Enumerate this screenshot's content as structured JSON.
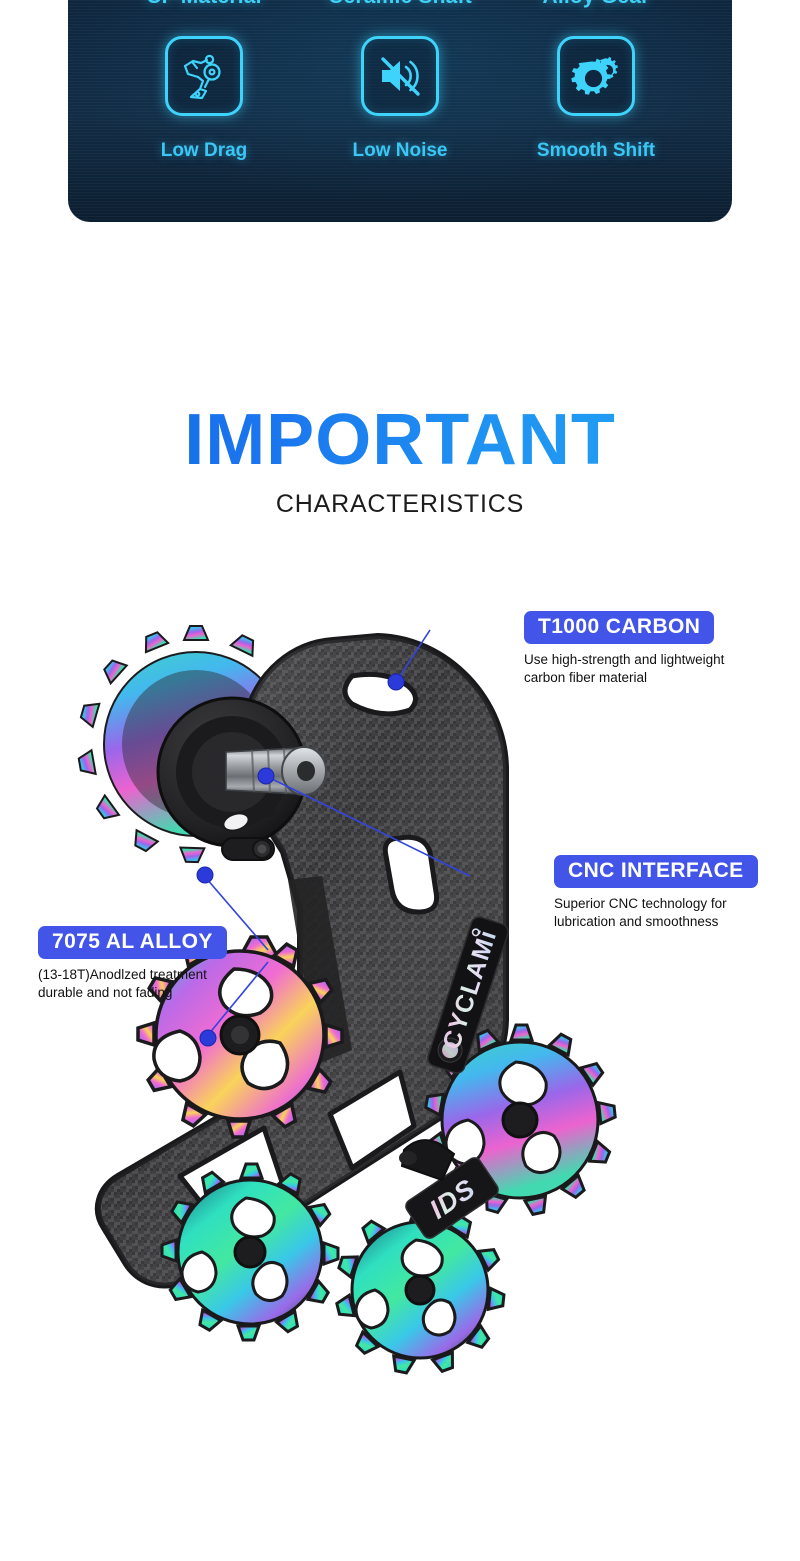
{
  "banner": {
    "features": [
      {
        "top_label": "CF Material",
        "icon": "derailleur-icon",
        "bottom_label": "Low Drag"
      },
      {
        "top_label": "Ceramic Shaft",
        "icon": "mute-speaker-icon",
        "bottom_label": "Low Noise"
      },
      {
        "top_label": "Alloy Gear",
        "icon": "gears-icon",
        "bottom_label": "Smooth Shift"
      }
    ],
    "accent_color": "#3ed3fa",
    "background_color": "#0f2740"
  },
  "heading": {
    "title": "IMPORTANT",
    "subtitle": "CHARACTERISTICS",
    "gradient_from": "#1266e8",
    "gradient_to": "#25a9f6"
  },
  "callouts": [
    {
      "id": "carbon",
      "badge": "T1000 CARBON",
      "description": "Use high-strength and lightweight\ncarbon fiber material"
    },
    {
      "id": "cnc",
      "badge": "CNC INTERFACE",
      "description": "Superior CNC technology for\nlubrication and smoothness"
    },
    {
      "id": "alloy",
      "badge": "7075 AL ALLOY",
      "description": "(13-18T)Anodlzed treatment\ndurable and not fading"
    }
  ],
  "product": {
    "brand_label": "CYCLAMi",
    "model_badge": "IDS",
    "badge_color": "#4355e8",
    "leader_line_color": "#3344dd",
    "carbon_color": "#3a3a3c"
  }
}
